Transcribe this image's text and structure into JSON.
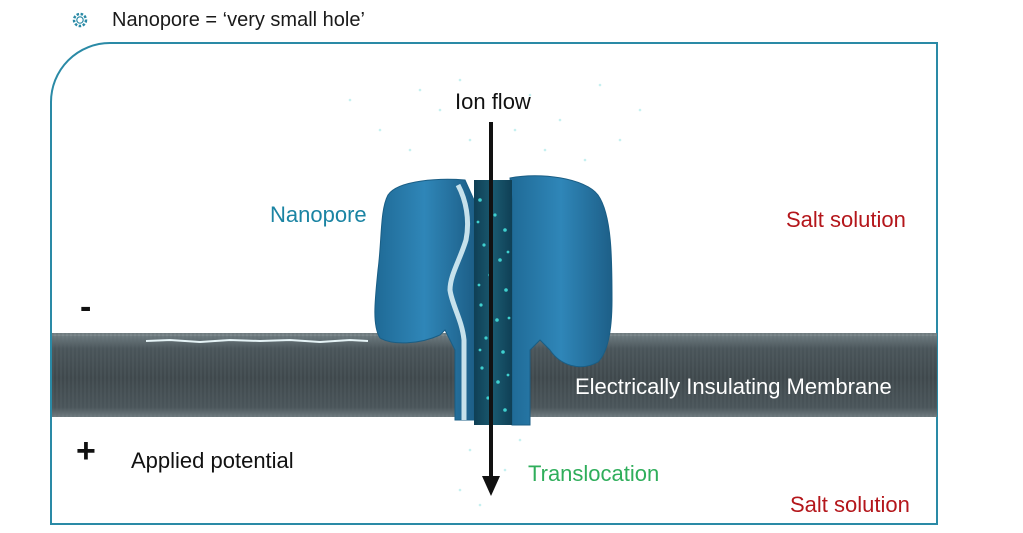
{
  "bullet": {
    "icon": "gear-bullet-icon",
    "text": "Nanopore = ‘very small hole’"
  },
  "diagram": {
    "ion_flow_label": "Ion flow",
    "nanopore_label": "Nanopore",
    "salt_top_label": "Salt solution",
    "salt_bottom_label": "Salt solution",
    "membrane_label": "Electrically Insulating Membrane",
    "translocation_label": "Translocation",
    "applied_potential_label": "Applied potential",
    "negative_sign": "-",
    "positive_sign": "+"
  },
  "colors": {
    "frame": "#2a8aa6",
    "pore_blue": "#2a7aa8",
    "membrane": "#4f5b60",
    "salt_red": "#b4161b",
    "translocation_green": "#2fae5b",
    "nanopore_teal": "#1b84a3",
    "ions": "#3fd0cf"
  }
}
